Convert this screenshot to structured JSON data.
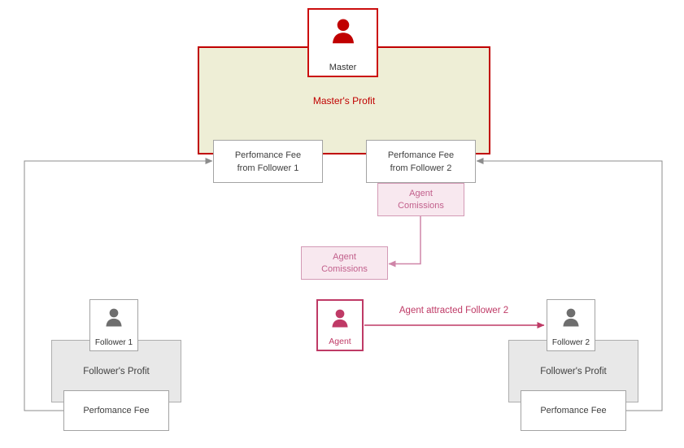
{
  "colors": {
    "master_red": "#c00000",
    "master_profit_fill": "#eeeed6",
    "pink_accent": "#c2608c",
    "pink_fill": "#f8e8ef",
    "agent_crimson": "#bf3a66",
    "gray_border": "#a3a3a3",
    "gray_line": "#8c8c8c",
    "follower_profit_fill": "#e8e8e8"
  },
  "master": {
    "label": "Master",
    "profit": "Master's Profit"
  },
  "fees": {
    "f1_line1": "Perfomance Fee",
    "f1_line2": "from Follower 1",
    "f2_line1": "Perfomance Fee",
    "f2_line2": "from Follower 2"
  },
  "agent": {
    "label": "Agent",
    "commissions_line1": "Agent",
    "commissions_line2": "Comissions",
    "arrow_label": "Agent attracted Follower 2"
  },
  "follower1": {
    "label": "Follower 1",
    "profit": "Follower's Profit",
    "fee": "Perfomance Fee"
  },
  "follower2": {
    "label": "Follower 2",
    "profit": "Follower's Profit",
    "fee": "Perfomance Fee"
  }
}
